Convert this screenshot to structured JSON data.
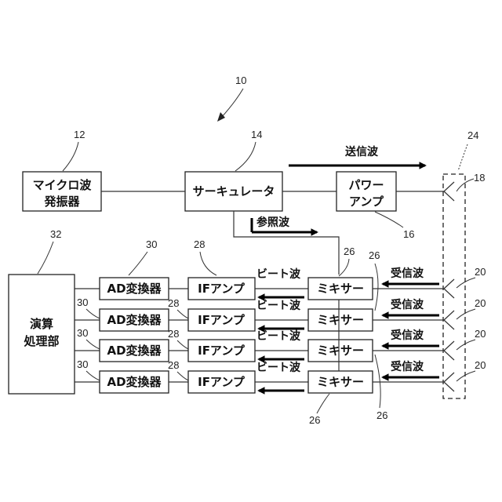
{
  "overall_ref": "10",
  "blocks": {
    "oscillator": {
      "line1": "マイクロ波",
      "line2": "発振器",
      "ref": "12"
    },
    "circulator": {
      "label": "サーキュレータ",
      "ref": "14"
    },
    "power_amp": {
      "line1": "パワー",
      "line2": "アンプ",
      "ref": "16"
    },
    "processor": {
      "line1": "演算",
      "line2": "処理部",
      "ref": "32"
    }
  },
  "antenna_array_ref": "24",
  "tx_antenna_ref": "18",
  "signals": {
    "transmit": "送信波",
    "reference": "参照波",
    "beat": "ビート波",
    "receive": "受信波"
  },
  "channels": [
    {
      "adc": "AD変換器",
      "if_amp": "IFアンプ",
      "mixer": "ミキサー",
      "adc_ref": "30",
      "if_ref": "28",
      "mixer_ref": "26",
      "rx_ref": "20"
    },
    {
      "adc": "AD変換器",
      "if_amp": "IFアンプ",
      "mixer": "ミキサー",
      "adc_ref": "30",
      "if_ref": "28",
      "mixer_ref": "26",
      "rx_ref": "20"
    },
    {
      "adc": "AD変換器",
      "if_amp": "IFアンプ",
      "mixer": "ミキサー",
      "adc_ref": "30",
      "if_ref": "28",
      "mixer_ref": "26",
      "rx_ref": "20"
    },
    {
      "adc": "AD変換器",
      "if_amp": "IFアンプ",
      "mixer": "ミキサー",
      "adc_ref": "30",
      "if_ref": "28",
      "mixer_ref": "26",
      "rx_ref": "20"
    }
  ]
}
